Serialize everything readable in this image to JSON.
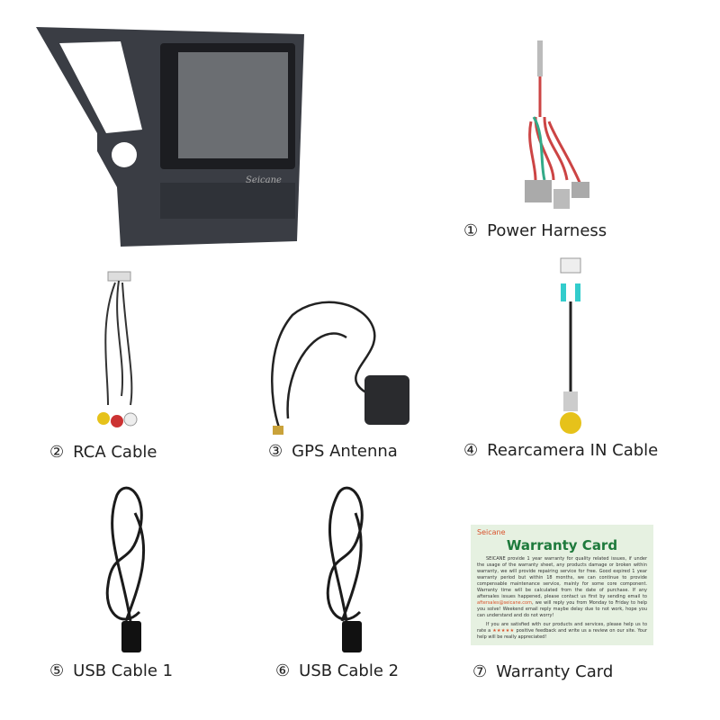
{
  "items": [
    {
      "num": "①",
      "label": "Power Harness"
    },
    {
      "num": "②",
      "label": "RCA Cable"
    },
    {
      "num": "③",
      "label": "GPS Antenna"
    },
    {
      "num": "④",
      "label": "Rearcamera IN Cable"
    },
    {
      "num": "⑤",
      "label": "USB Cable 1"
    },
    {
      "num": "⑥",
      "label": "USB Cable 2"
    },
    {
      "num": "⑦",
      "label": "Warranty Card"
    }
  ],
  "head_unit": {
    "logo": "Seicane"
  },
  "warranty_card": {
    "brand": "Seicane",
    "title": "Warranty Card",
    "para1_a": "SEICANE provide 1 year warranty for quality related issues, if under the usage of the warranty sheet, any products damage or broken within warranty, we will provide repairing service for free. Good expired 1 year warranty period but within 18 months, we can continue to provide compensable maintenance service, mainly for some core component. Warranty time will be calculated from the date of purchase. If any aftersales issues happened, please contact us first by sending email to",
    "email": "aftersales@seicane.com",
    "para1_b": ", we will reply you from Monday to Friday to help you solve! Weekend email reply maybe delay due to not work, hope you can understand and do not worry!",
    "para2_a": "If you are satisfied with our products and services, please help us to rate a",
    "stars": "★★★★★",
    "para2_b": "positive feedback and write us a review on our site. Your help will be really appreciated!"
  }
}
